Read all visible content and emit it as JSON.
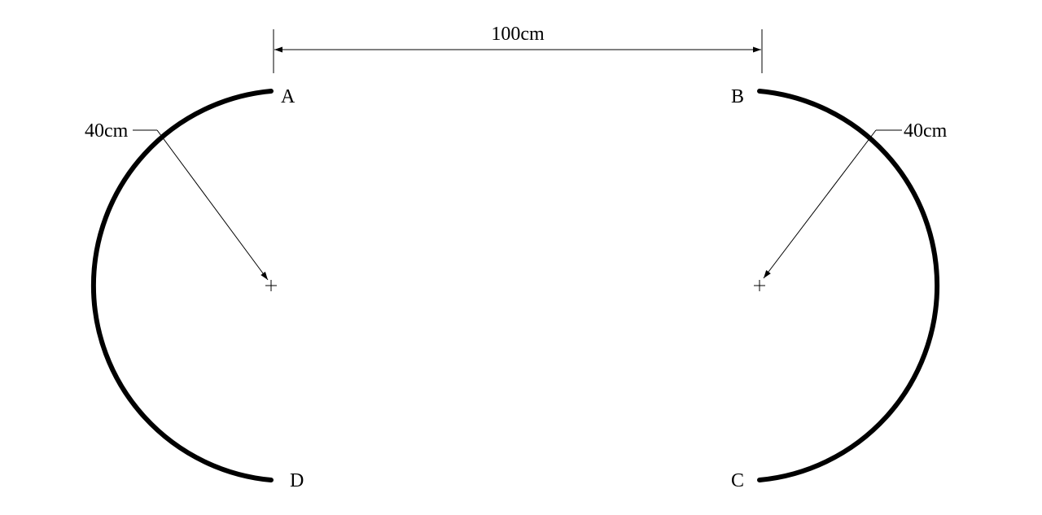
{
  "dimension_top": "100cm",
  "radius_left": "40cm",
  "radius_right": "40cm",
  "point_labels": {
    "a": "A",
    "b": "B",
    "c": "C",
    "d": "D"
  },
  "colors": {
    "stroke": "#000000",
    "background": "#ffffff"
  }
}
